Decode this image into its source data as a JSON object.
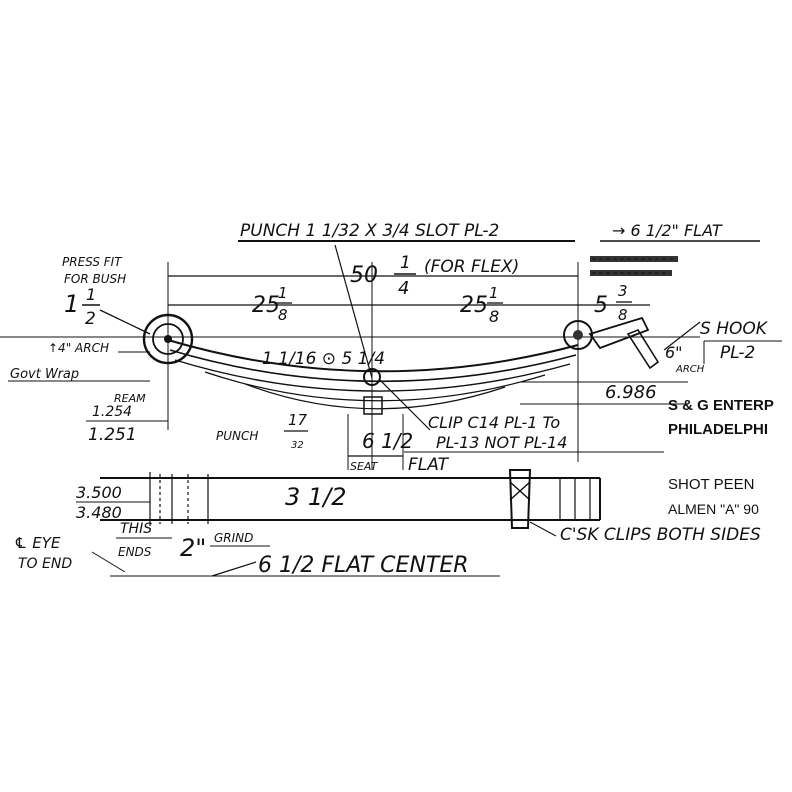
{
  "header": {
    "punch_slot": "PUNCH  1 1/32 X 3/4  SLOT  PL-2",
    "flat_note": "→ 6 1/2\" FLAT"
  },
  "left": {
    "press_fit": "PRESS FIT",
    "for_bush": "FOR BUSH",
    "eye_whole": "1",
    "eye_num": "1",
    "eye_den": "2",
    "arch": "↑4\" ARCH",
    "govt_wrap": "Govt Wrap",
    "ream_label": "REAM",
    "ream_1": "1.254",
    "ream_2": "1.251"
  },
  "dims": {
    "overall_whole": "50",
    "overall_num": "1",
    "overall_den": "4",
    "for_flex": "(FOR FLEX)",
    "left_half_whole": "25",
    "left_half_num": "1",
    "left_half_den": "8",
    "right_half_whole": "25",
    "right_half_num": "1",
    "right_half_den": "8",
    "hook_whole": "5",
    "hook_num": "3",
    "hook_den": "8",
    "hole_note": "1 1/16 ⊙ 5 1/4",
    "height": "6.986",
    "punch_label": "PUNCH",
    "punch_num": "17",
    "punch_den": "32",
    "seat_val": "6 1/2",
    "seat_label": "SEAT",
    "flat_label": "FLAT",
    "clip_note_1": "CLIP C14 PL-1 To",
    "clip_note_2": "PL-13  NOT PL-14"
  },
  "right": {
    "shook": "S HOOK",
    "pl2": "PL-2",
    "arch6_val": "6\"",
    "arch6_label": "ARCH"
  },
  "printed": {
    "company": "S & G ENTERP",
    "city": "PHILADELPHI",
    "shot_peen": "SHOT PEEN",
    "almen": "ALMEN \"A\" 90"
  },
  "plan": {
    "width_1": "3.500",
    "width_2": "3.480",
    "center_width": "3 1/2",
    "this_label": "THIS",
    "ends_label": "ENDS",
    "grind_val": "2\"",
    "grind_label": "GRIND",
    "csk_note": "C'SK CLIPS BOTH SIDES",
    "flat_center": "6 1/2 FLAT CENTER",
    "eye_to_end_1": "℄ EYE",
    "eye_to_end_2": "TO END"
  }
}
